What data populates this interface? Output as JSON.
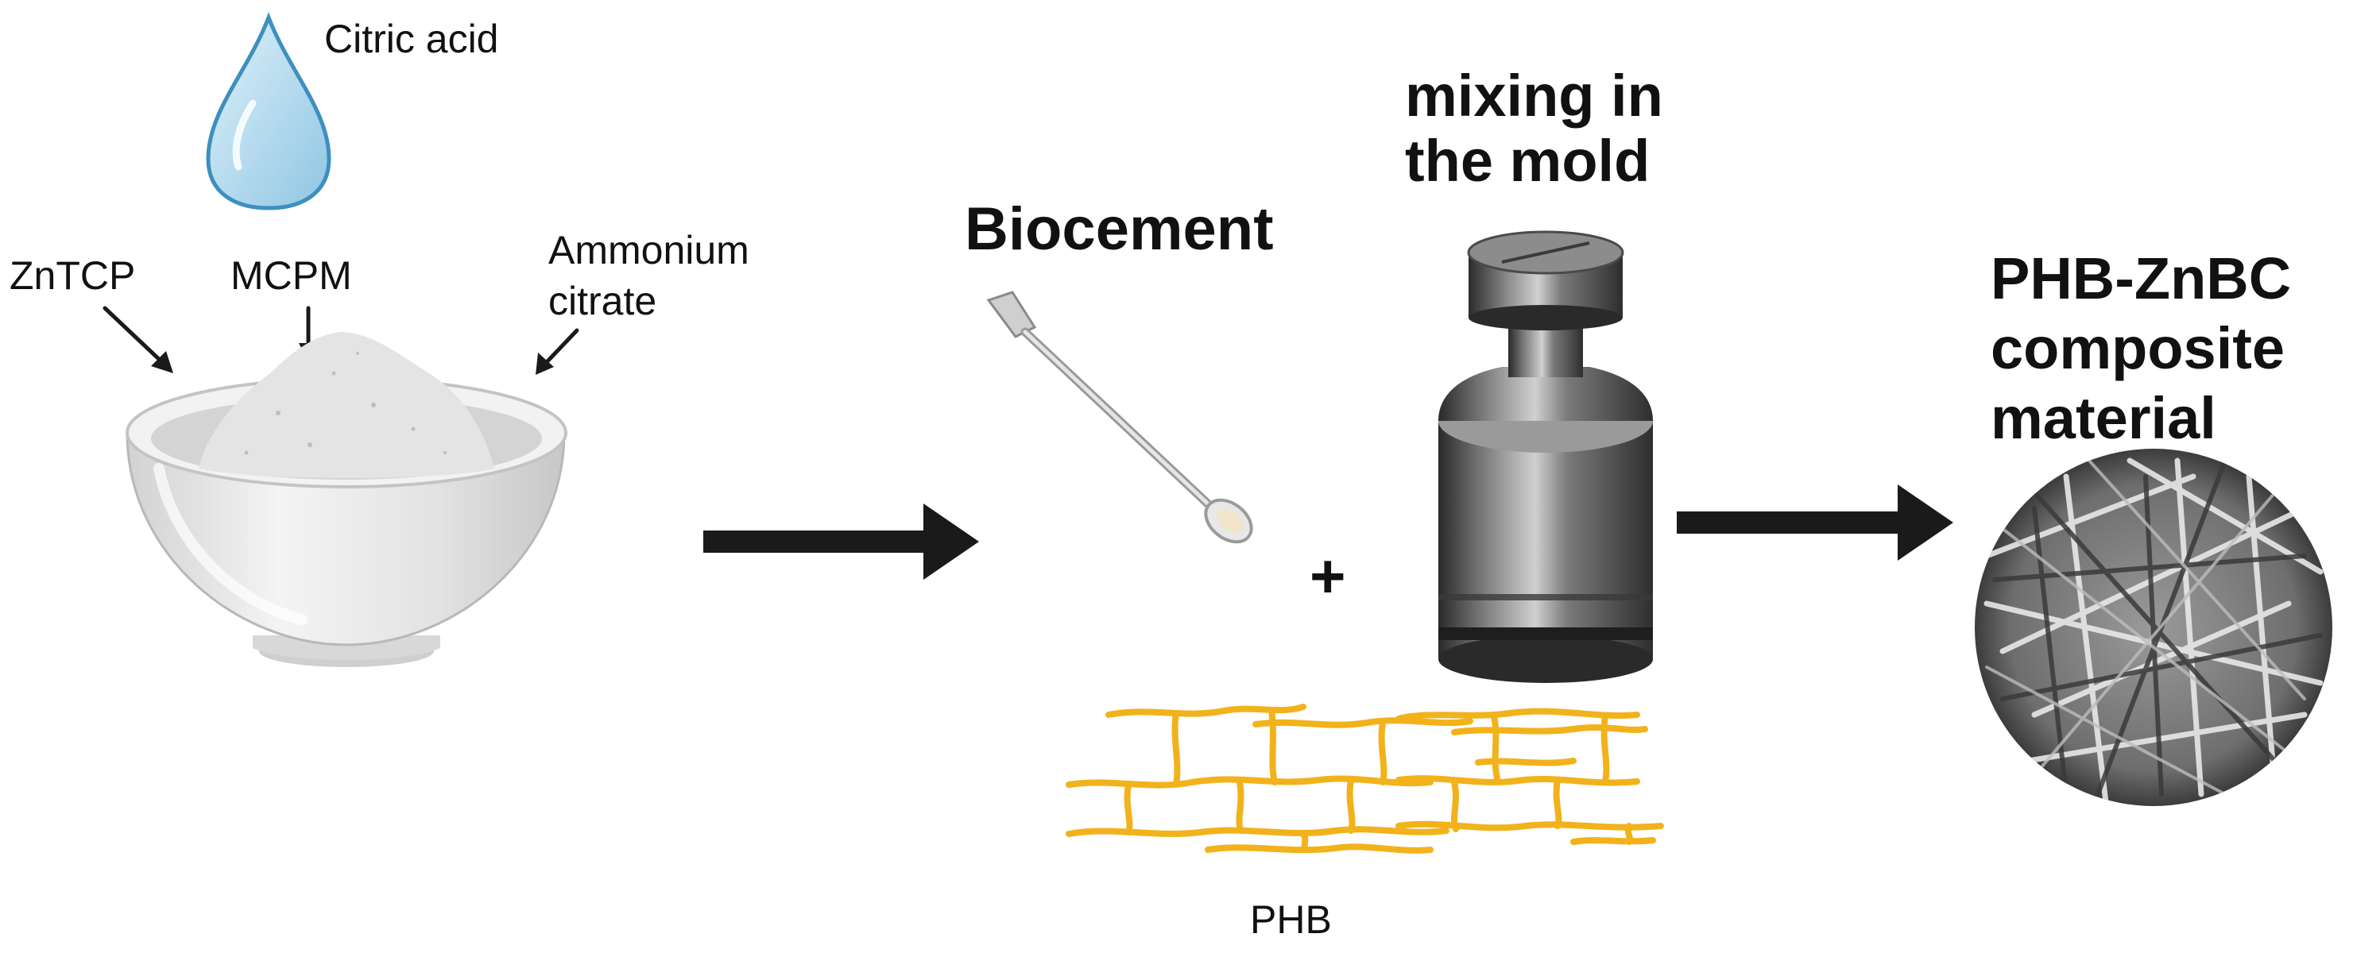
{
  "labels": {
    "citric_acid": "Citric acid",
    "zntcp": "ZnTCP",
    "mcpm": "MCPM",
    "ammonium_line1": "Ammonium",
    "ammonium_line2": "citrate",
    "biocement": "Biocement",
    "mixing_line1": "mixing in",
    "mixing_line2": "the mold",
    "plus": "+",
    "phb": "PHB",
    "result_line1": "PHB-ZnBC",
    "result_line2": "composite",
    "result_line3": "material"
  },
  "colors": {
    "text": "#111111",
    "arrow": "#1a1a1a",
    "drop": "#a9d6ec",
    "drop_outline": "#3e8fbf",
    "bowl": "#e6e6e6",
    "powder": "#dcdcdc",
    "fiber": "#f2b21b",
    "metal": "#6e6e6e"
  }
}
